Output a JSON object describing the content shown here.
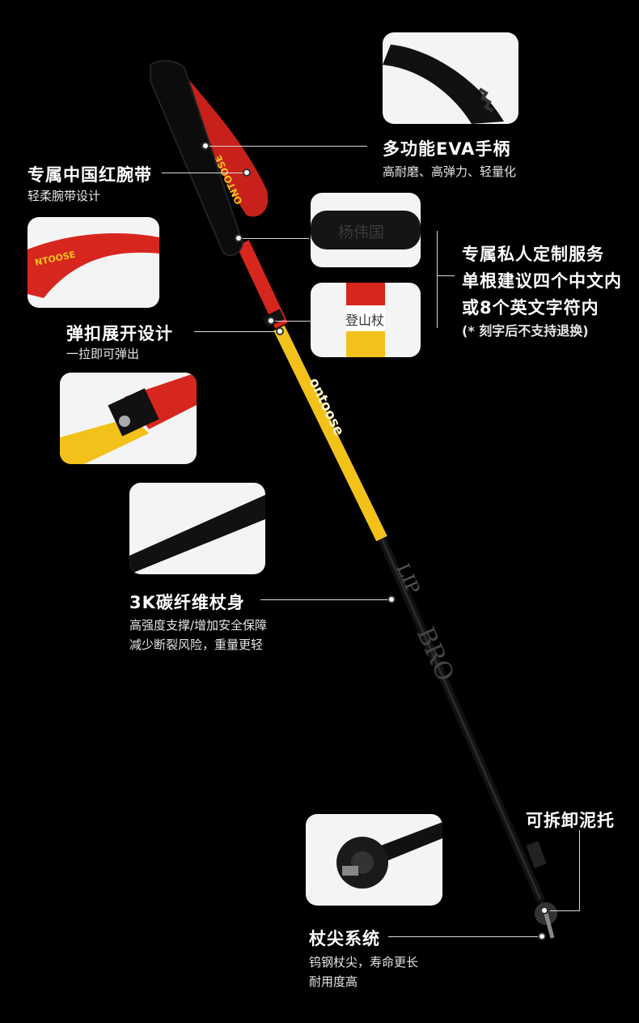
{
  "features": {
    "handle": {
      "title": "多功能EVA手柄",
      "desc": "高耐磨、高弹力、轻量化"
    },
    "strap": {
      "title": "专属中国红腕带",
      "desc": "轻柔腕带设计"
    },
    "custom": {
      "line1": "专属私人定制服务",
      "line2": "单根建议四个中文内",
      "line3": "或8个英文字符内",
      "note": "(* 刻字后不支持退换)"
    },
    "snap": {
      "title": "弹扣展开设计",
      "desc": "一拉即可弹出"
    },
    "carbon": {
      "title": "3K碳纤维杖身",
      "desc1": "高强度支撑/增加安全保障",
      "desc2": "减少断裂风险，重量更轻"
    },
    "basket": {
      "title": "可拆卸泥托"
    },
    "tip": {
      "title": "杖尖系统",
      "desc1": "钨钢杖尖，寿命更长",
      "desc2": "耐用度高"
    }
  },
  "engravings": {
    "name": "杨伟国",
    "text": "登山杖"
  },
  "strap_text": "ONTOOSE",
  "colors": {
    "background": "#000000",
    "red": "#d7261e",
    "yellow": "#f2c21b",
    "card": "#f4f4f4"
  }
}
